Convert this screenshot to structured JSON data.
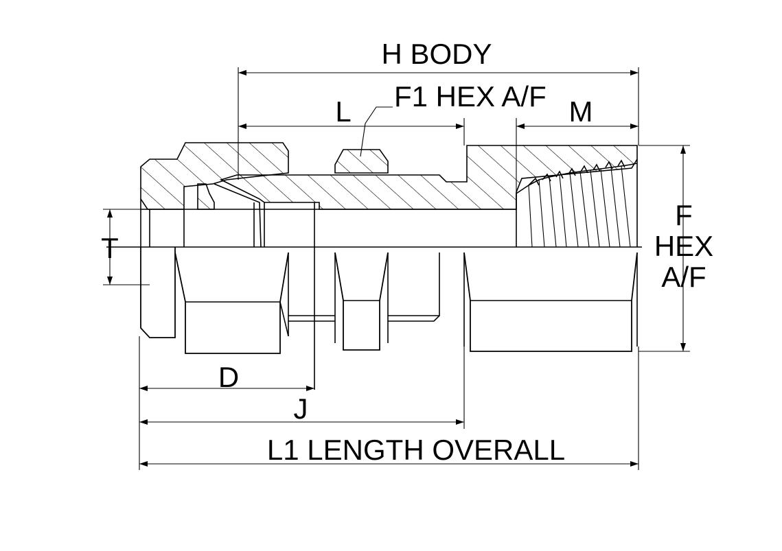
{
  "labels": {
    "h_body": "H BODY",
    "f1_hex": "F1 HEX A/F",
    "l": "L",
    "m": "M",
    "f_hex_line1": "F",
    "f_hex_line2": "HEX",
    "f_hex_line3": "A/F",
    "t": "T",
    "d": "D",
    "j": "J",
    "l1": "L1 LENGTH OVERALL"
  }
}
